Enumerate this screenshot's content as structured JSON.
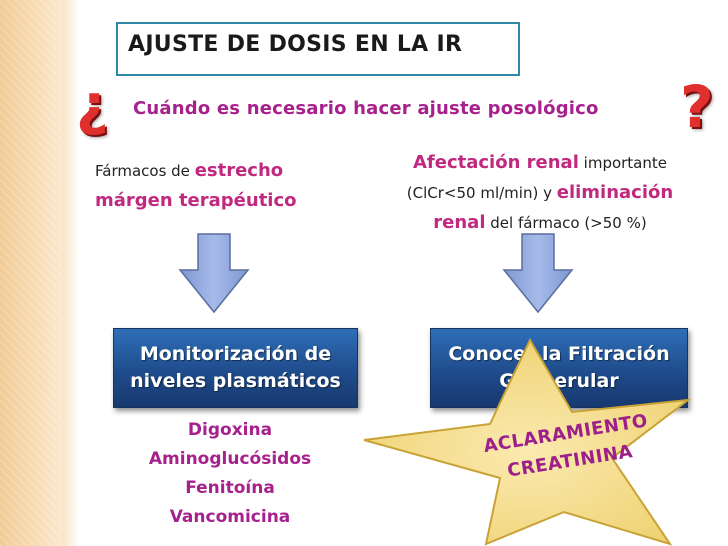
{
  "slide": {
    "title": "AJUSTE DE DOSIS EN LA IR",
    "question_open": "¿",
    "question_close": "?",
    "question": "Cuándo es necesario hacer ajuste posológico"
  },
  "left_criterion": {
    "part1": "Fármacos de ",
    "part2": "estrecho",
    "part3": "márgen terapéutico"
  },
  "right_criterion": {
    "part1": "Afectación renal",
    "part2": " importante",
    "part3": "(ClCr<50 ml/min) y ",
    "part4": "eliminación",
    "part5": "renal",
    "part6": " del fármaco (>50 %)"
  },
  "left_box": {
    "line1": "Monitorización de",
    "line2": "niveles plasmáticos"
  },
  "right_box": {
    "line1": "Conocer la Filtración",
    "line2": "Glomerular"
  },
  "drugs": [
    "Digoxina",
    "Aminoglucósidos",
    "Fenitoína",
    "Vancomicina"
  ],
  "star": {
    "line1": "ACLARAMIENTO",
    "line2": "CREATININA"
  },
  "colors": {
    "accent_magenta": "#a7218d",
    "question_mark_red": "#e0302e",
    "box_blue": "#1f4c8c",
    "star_yellow": "#f4dc83",
    "title_border": "#2f8aa6",
    "arrow_fill": "#8ea6dd"
  }
}
